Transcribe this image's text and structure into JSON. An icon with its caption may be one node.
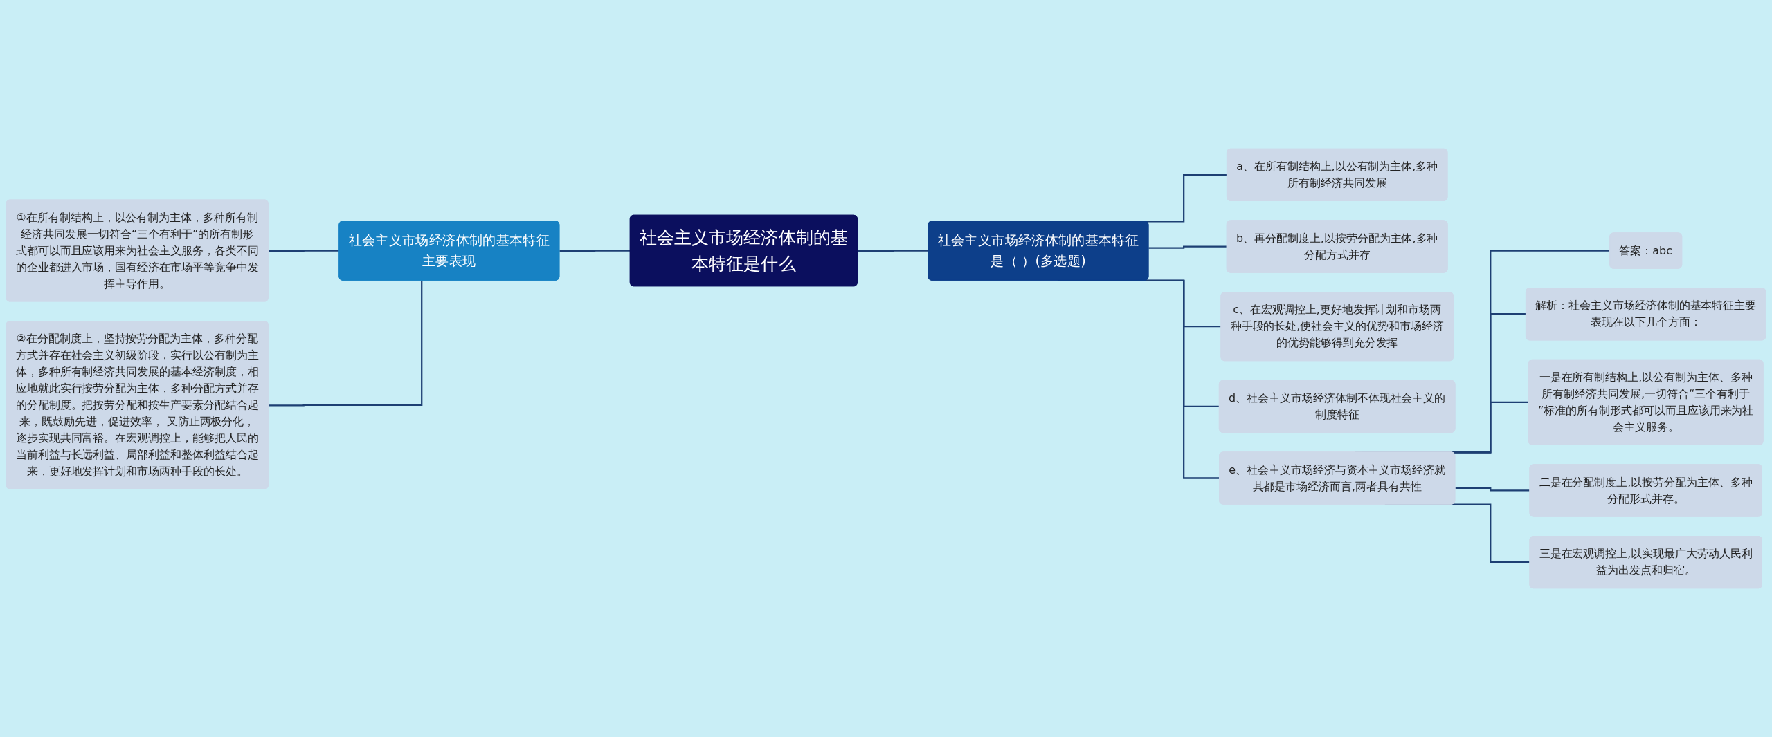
{
  "diagram": {
    "nodes": [
      {
        "text": [
          "社会主义市场经济体制的基本特征是什么"
        ]
      },
      {
        "text": [
          "社会主义市场经济体制的基本特征主要表现"
        ]
      },
      {
        "text": [
          "①在所有制结构上，以公有制为主体，多种所有制经济共同发展一切符合“三个有利于”的所有制形式都可以而且应该用来为社会主义服务，各类不同的企业都进入市场，国有经济在市场平等竞争中发挥主导作用。"
        ]
      },
      {
        "text": [
          "②在分配制度上，坚持按劳分配为主体，多种分配方式并存在社会主义初级阶段，实行以公有制为主体，多种所有制经济共同发展的基本经济制度，相应地就此实行按劳分配为主体，多种分配方式并存的分配制度。把按劳分配和按生产要素分配结合起来，既鼓励先进，促进效率， 又防止两极分化，逐步实现共同富裕。在宏观调控上，能够把人民的当前利益与长远利益、局部利益和整体利益结合起来，更好地发挥计划和市场两种手段的长处。"
        ]
      },
      {
        "text": [
          "社会主义市场经济体制的基本特征是（ ）(多选题)"
        ]
      },
      {
        "text": [
          "a、在所有制结构上,以公有制为主体,多种所有制经济共同发展"
        ]
      },
      {
        "text": [
          "b、再分配制度上,以按劳分配为主体,多种分配方式并存"
        ]
      },
      {
        "text": [
          "c、在宏观调控上,更好地发挥计划和市场两种手段的长处,使社会主义的优势和市场经济的优势能够得到充分发挥"
        ]
      },
      {
        "text": [
          "d、社会主义市场经济体制不体现社会主义的制度特征"
        ]
      },
      {
        "text": [
          "e、社会主义市场经济与资本主义市场经济就其都是市场经济而言,两者具有共性"
        ]
      },
      {
        "text": [
          "答案：abc"
        ]
      },
      {
        "text": [
          "解析：社会主义市场经济体制的基本特征主要表现在以下几个方面："
        ]
      },
      {
        "text": [
          "一是在所有制结构上,以公有制为主体、多种所有制经济共同发展,一切符合“三个有利于”标准的所有制形式都可以而且应该用来为社会主义服务。"
        ]
      },
      {
        "text": [
          "二是在分配制度上,以按劳分配为主体、多种分配形式并存。"
        ]
      },
      {
        "text": [
          "三是在宏观调控上,以实现最广大劳动人民利益为出发点和归宿。"
        ]
      }
    ],
    "edges": [
      {
        "from": 0,
        "to": 1,
        "arrow": "none"
      },
      {
        "from": 1,
        "to": 2,
        "arrow": "none"
      },
      {
        "from": 1,
        "to": 3,
        "arrow": "none"
      },
      {
        "from": 0,
        "to": 4,
        "arrow": "none"
      },
      {
        "from": 4,
        "to": 5,
        "arrow": "none"
      },
      {
        "from": 4,
        "to": 6,
        "arrow": "none"
      },
      {
        "from": 4,
        "to": 7,
        "arrow": "none"
      },
      {
        "from": 4,
        "to": 8,
        "arrow": "none"
      },
      {
        "from": 4,
        "to": 9,
        "arrow": "none"
      },
      {
        "from": 9,
        "to": 10,
        "arrow": "none"
      },
      {
        "from": 9,
        "to": 11,
        "arrow": "none"
      },
      {
        "from": 9,
        "to": 12,
        "arrow": "none"
      },
      {
        "from": 9,
        "to": 13,
        "arrow": "none"
      },
      {
        "from": 9,
        "to": 14,
        "arrow": "none"
      }
    ]
  }
}
